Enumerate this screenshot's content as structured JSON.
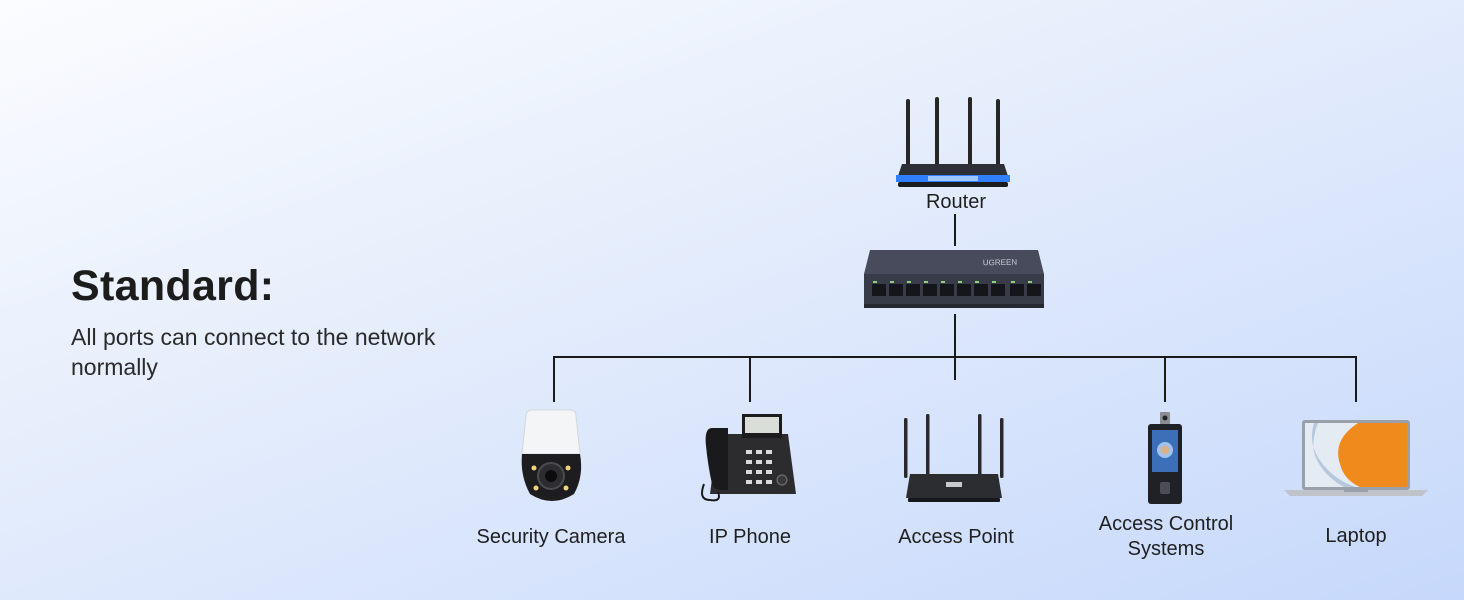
{
  "heading": "Standard:",
  "description": "All ports can connect to the network normally",
  "router": {
    "label": "Router"
  },
  "switch": {
    "brand": "UGREEN"
  },
  "devices": [
    {
      "label": "Security Camera"
    },
    {
      "label": "IP Phone"
    },
    {
      "label": "Access Point"
    },
    {
      "label": "Access Control Systems"
    },
    {
      "label": "Laptop"
    }
  ],
  "colors": {
    "accent_blue": "#2f7fff",
    "laptop_orange": "#f08a1c",
    "line": "#1a1a1a"
  }
}
